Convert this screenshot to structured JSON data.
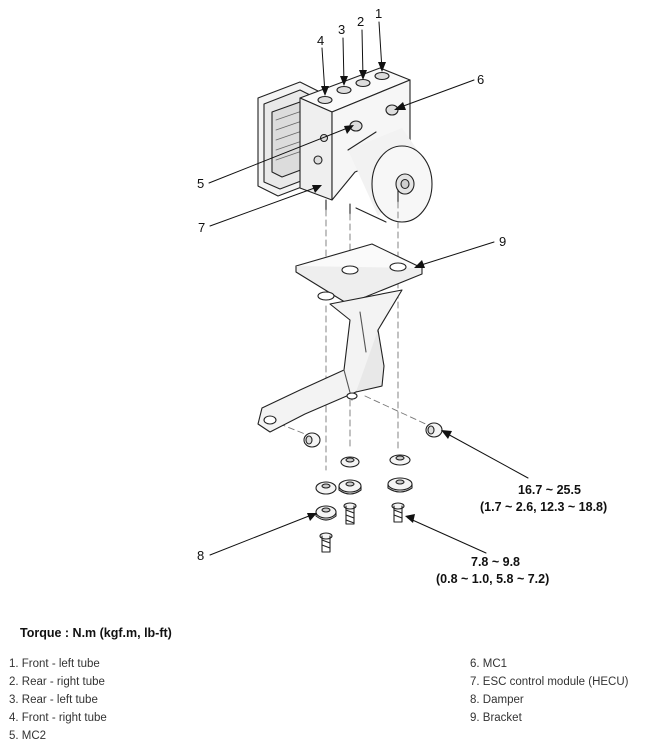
{
  "callouts": {
    "c1": "1",
    "c2": "2",
    "c3": "3",
    "c4": "4",
    "c5": "5",
    "c6": "6",
    "c7": "7",
    "c8": "8",
    "c9": "9"
  },
  "torque_specs": {
    "upper": {
      "line1": "16.7 ~ 25.5",
      "line2": "(1.7 ~ 2.6, 12.3 ~ 18.8)"
    },
    "lower": {
      "line1": "7.8 ~ 9.8",
      "line2": "(0.8 ~ 1.0, 5.8 ~ 7.2)"
    }
  },
  "torque_heading": "Torque : N.m (kgf.m, lb-ft)",
  "legend": {
    "left": [
      "1. Front - left tube",
      "2. Rear - right tube",
      "3. Rear - left tube",
      "4. Front - right tube",
      "5. MC2"
    ],
    "right": [
      "6. MC1",
      "7. ESC control module (HECU)",
      "8. Damper",
      "9. Bracket"
    ]
  }
}
